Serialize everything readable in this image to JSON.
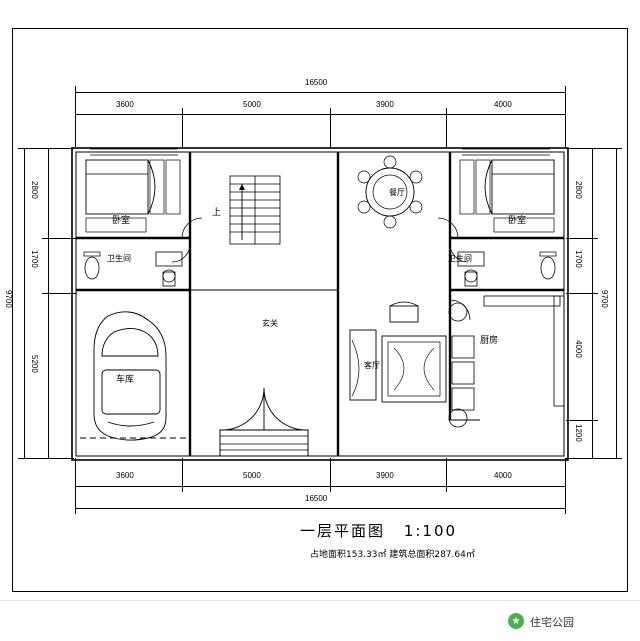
{
  "page": {
    "title": "一层平面图",
    "scale": "1:100",
    "subtitle": "占地面积153.33㎡ 建筑总面积287.64㎡"
  },
  "dimensions": {
    "top_total": "16500",
    "top_segments": [
      "3600",
      "5000",
      "3900",
      "4000"
    ],
    "bottom_total": "16500",
    "bottom_segments": [
      "3600",
      "5000",
      "3900",
      "4000"
    ],
    "left_total": "9700",
    "left_segments": [
      "2800",
      "1700",
      "5200"
    ],
    "right_total": "9700",
    "right_segments": [
      "2800",
      "1700",
      "4000",
      "1200"
    ]
  },
  "rooms": [
    {
      "name": "卧室",
      "key": "bedroom-left"
    },
    {
      "name": "卫生间",
      "key": "bathroom-left"
    },
    {
      "name": "车库",
      "key": "garage"
    },
    {
      "name": "玄关",
      "key": "entry-hall"
    },
    {
      "name": "客厅",
      "key": "living-room"
    },
    {
      "name": "餐厅",
      "key": "dining-room"
    },
    {
      "name": "厨房",
      "key": "kitchen"
    },
    {
      "name": "卧室",
      "key": "bedroom-right"
    },
    {
      "name": "卫生间",
      "key": "bathroom-right"
    },
    {
      "name": "上",
      "key": "stair-up"
    }
  ],
  "footer": {
    "watermark_text": "住宅公园",
    "badge_glyph": "★"
  },
  "colors": {
    "line": "#000000",
    "background": "#ffffff",
    "watermark_green": "#4caf50",
    "footer_text": "#333333"
  }
}
